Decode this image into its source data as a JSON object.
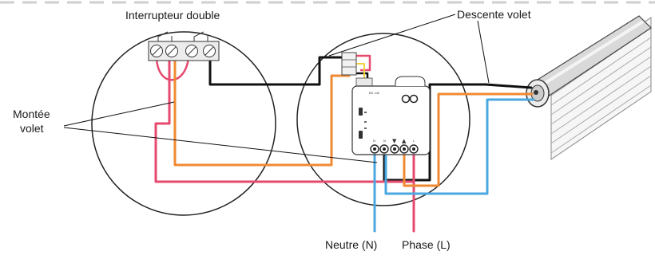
{
  "labels": {
    "switch_title": "Interrupteur double",
    "shutter_down": "Descente volet",
    "shutter_up_line1": "Montée",
    "shutter_up_line2": "volet",
    "neutral": "Neutre (N)",
    "phase": "Phase (L)"
  },
  "module": {
    "ref": "BX 142",
    "terminal_marks": [
      "N",
      "N",
      "▼",
      "▲",
      "L"
    ]
  },
  "colors": {
    "black_wire": "#111111",
    "red_wire": "#e64a6e",
    "orange_wire": "#f08a32",
    "blue_wire": "#4aa7df",
    "yellow_wire": "#f2d23a",
    "outline": "#222222"
  }
}
